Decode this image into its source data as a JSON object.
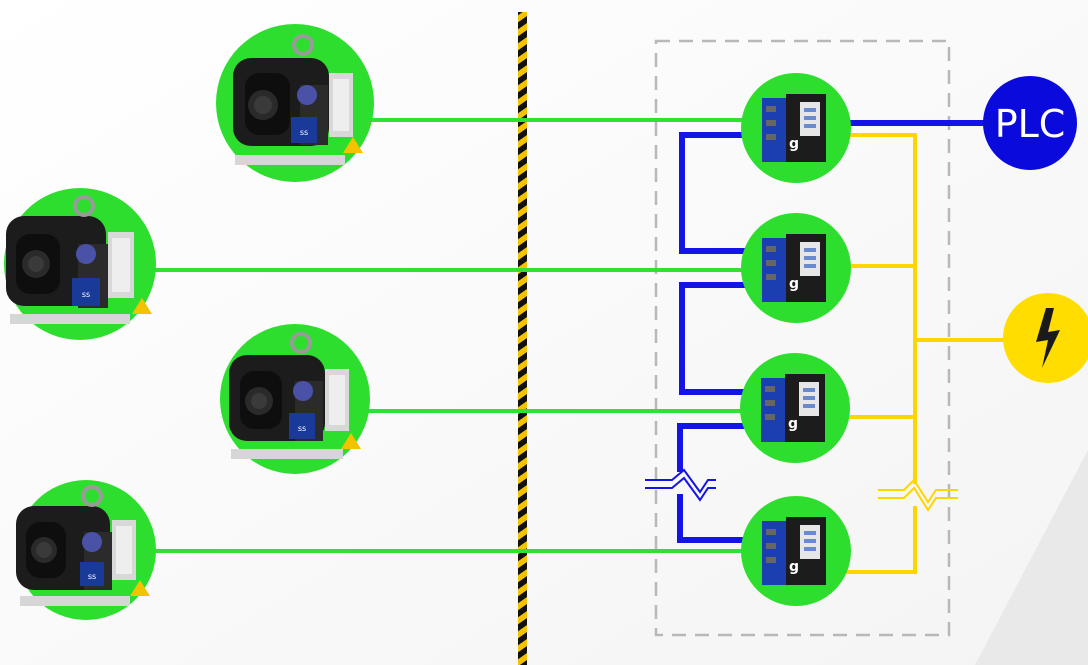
{
  "diagram": {
    "plc_label": "PLC",
    "power_symbol": "lightning-bolt",
    "pumps": [
      {
        "label": "ss"
      },
      {
        "label": "ss"
      },
      {
        "label": "ss"
      },
      {
        "label": "ss"
      }
    ],
    "controllers": [
      {
        "logo": "g"
      },
      {
        "logo": "g"
      },
      {
        "logo": "g"
      },
      {
        "logo": "g"
      }
    ],
    "colors": {
      "signal_line": "#2fe22f",
      "bus_line": "#1414e6",
      "power_line": "#ffd500",
      "plc_circle": "#0a0adc",
      "power_circle": "#ffdd00",
      "node_ring": "#2ede2e",
      "barrier_yellow": "#f3c300",
      "barrier_black": "#111111",
      "enclosure_dash": "#b5b5b5"
    }
  }
}
